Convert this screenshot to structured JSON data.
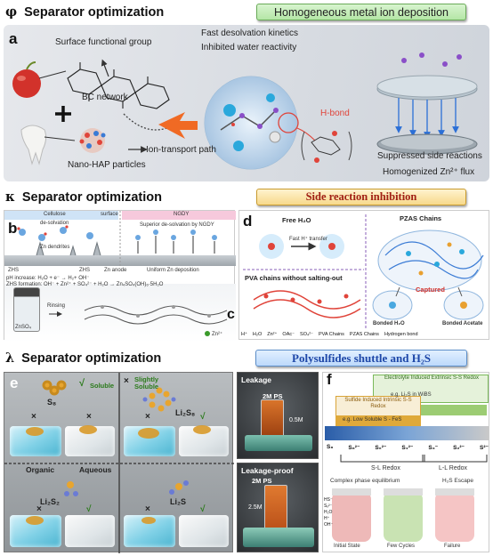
{
  "sections": [
    {
      "symbol": "φ",
      "title": "Separator optimization",
      "pill": "Homogeneous metal ion deposition"
    },
    {
      "symbol": "κ",
      "title": "Separator optimization",
      "pill": "Side reaction inhibition"
    },
    {
      "symbol": "λ",
      "title": "Separator optimization",
      "pill": "Polysulfides shuttle and H₂S"
    }
  ],
  "panel_a": {
    "letter": "a",
    "surface_group": "Surface functional group",
    "bc_network": "BC network",
    "nano_hap": "Nano-HAP particles",
    "ion_path": "Ion-transport path",
    "fast_desolvation": "Fast desolvation kinetics",
    "inhibited_water": "Inhibited water reactivity",
    "hbond": "H-bond",
    "suppressed": "Suppressed side reactions",
    "homogenized": "Homogenized Zn²⁺ flux"
  },
  "panel_b": {
    "letter": "b",
    "cellulose": "Cellulose",
    "desolvation": "de-solvation",
    "surface": "surface",
    "ngdy": "NGDY",
    "superior": "Superior de-solvation by NGDY",
    "zhs1": "ZHS",
    "zhs2": "ZHS",
    "dendrites": "Zn dendrites",
    "zn_anode": "Zn anode",
    "uniform": "Uniform Zn deposition",
    "ph_line": "pH increase: H₂O + e⁻ → H₂+ OH⁻",
    "zhs_line": "ZHS formation: OH⁻ + Zn²⁺ + SO₄²⁻ + H₂O → Zn₄SO₄(OH)₆·5H₂O",
    "rinsing": "Rinsing",
    "vial_label": "ZnSO₄",
    "zn_legend": "Zn²⁺"
  },
  "panel_c": {
    "letter": "c"
  },
  "panel_d": {
    "letter": "d",
    "free_water": "Free H₂O",
    "fast_transfer": "Fast H⁺ transfer",
    "pzas": "PZAS Chains",
    "pva": "PVA chains without salting-out",
    "captured": "Captured",
    "bonded_h2o": "Bonded H₂O",
    "bonded_acetate": "Bonded Acetate",
    "legend": [
      "H⁺",
      "H₂O",
      "Zn²⁺",
      "OAc⁻",
      "SO₄²⁻",
      "PVA Chains",
      "PZAS Chains",
      "Hydrogen bond"
    ]
  },
  "panel_e": {
    "letter": "e",
    "soluble": "Soluble",
    "slightly_soluble": "Slightly Soluble",
    "s8": "S₈",
    "li2s8": "Li₂S₈",
    "li2s2": "Li₂S₂",
    "li2s": "Li₂S",
    "organic": "Organic",
    "aqueous": "Aqueous",
    "check": "√",
    "cross": "×",
    "leakage": "Leakage",
    "leakage_proof": "Leakage-proof",
    "ps_top": "2M PS",
    "ps_bottom": "2M PS",
    "h_top": "0.5M",
    "h_bottom": "2.5M"
  },
  "panel_f": {
    "letter": "f",
    "sulfide_title": "Sulfide Induced Intrinsic S-S Redox",
    "electrolyte_title": "Electrolyte Induced Extrinsic S-S Redox",
    "eg_li2s": "e.g. Li₂S in WiBS",
    "eg_low": "e.g. Low Soluble S - FeS",
    "scale": [
      "S₈",
      "S₈²⁻",
      "S₆²⁻",
      "S₄²⁻",
      "S₃⁻",
      "S₂²⁻",
      "S²⁻"
    ],
    "sl_redox": "S-L Redox",
    "ll_redox": "L-L Redox",
    "complex": "Complex phase equilibrium",
    "h2s_escape": "H₂S Escape",
    "species": [
      "HS⁻",
      "Sₓ²⁻",
      "H₂O",
      "H⁺",
      "OH⁻"
    ],
    "initial": "Initial State",
    "few": "Few Cycles",
    "failure": "Failure"
  },
  "colors": {
    "panel_a_bg": "#d9dde3",
    "arrow_orange": "#f06a24",
    "hbond_red": "#e0443a",
    "captured_red": "#d2302a",
    "soluble_green": "#3a9a2a",
    "fes_band": "#dfa93a",
    "wibs_band": "#9ccc73"
  }
}
